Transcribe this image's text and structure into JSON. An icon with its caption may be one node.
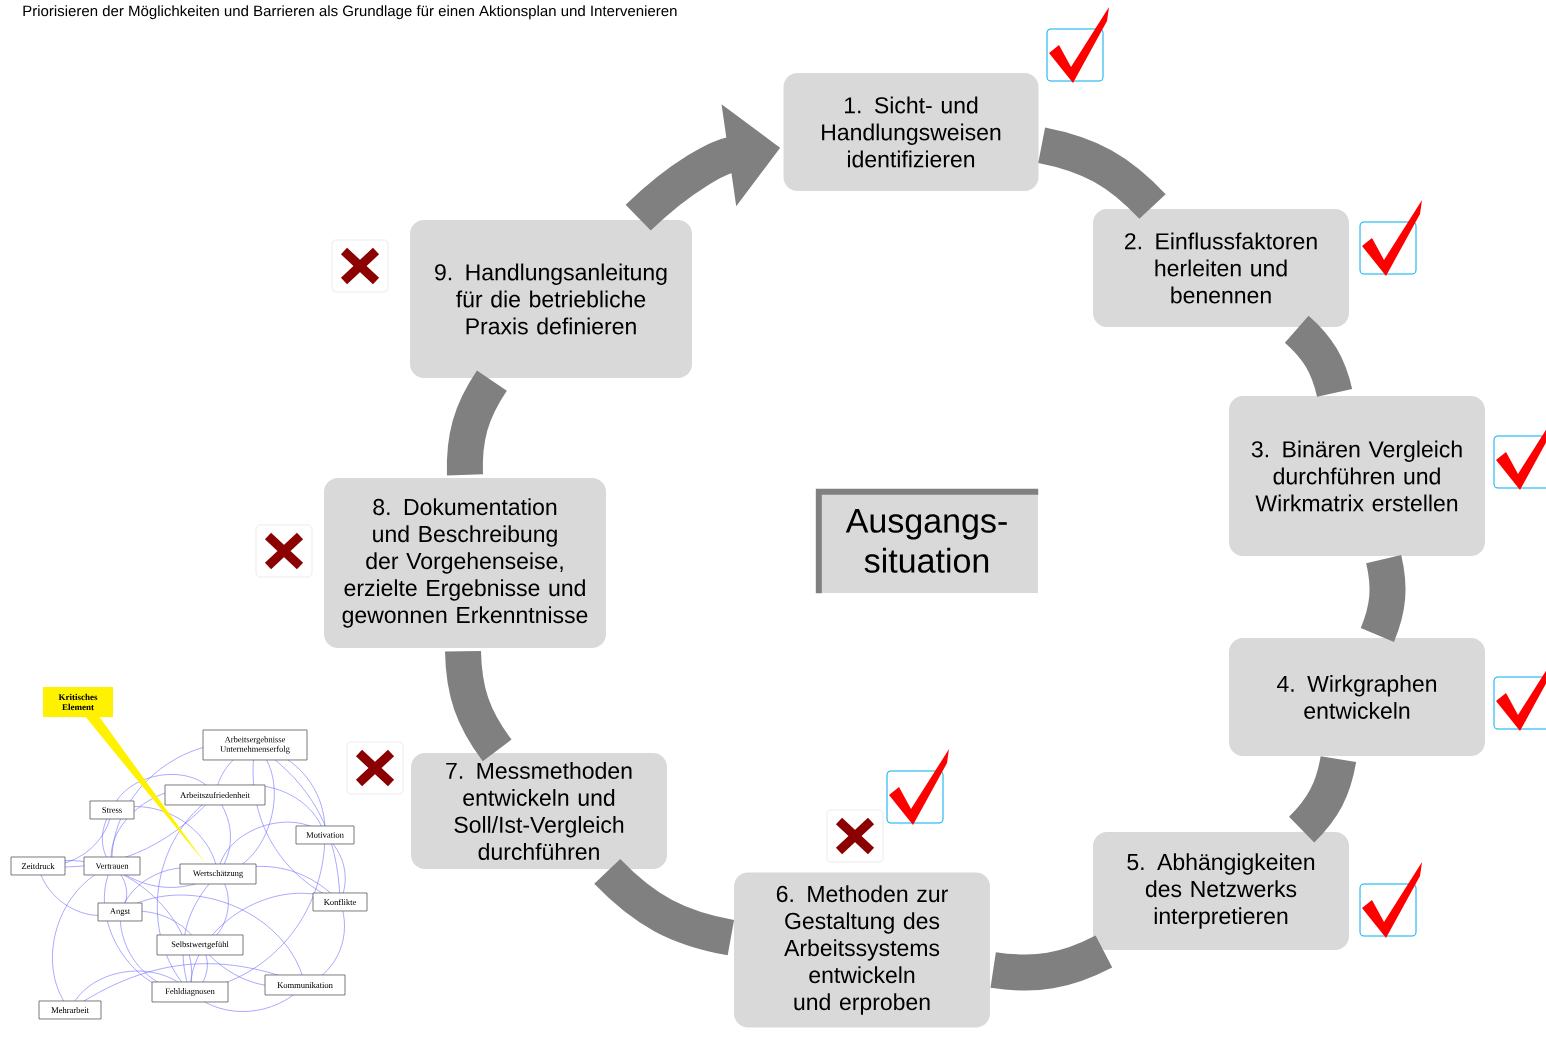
{
  "diagram": {
    "title": "Priorisieren der Möglichkeiten und Barrieren als Grundlage für einen Aktionsplan und Intervenieren",
    "nodes": [
      {
        "text": [
          "1. Sicht- und Handlungsweisen identifizieren"
        ]
      },
      {
        "text": [
          "2. Einflussfaktoren herleiten und benennen"
        ]
      },
      {
        "text": [
          "3. Binären Vergleich durchführen und Wirkmatrix erstellen"
        ]
      },
      {
        "text": [
          "4. Wirkgraphen entwickeln"
        ]
      },
      {
        "text": [
          "5. Abhängigkeiten des Netzwerks interpretieren"
        ]
      },
      {
        "text": [
          "6. Methoden zur Gestaltung des Arbeitssystems entwickeln und erproben"
        ]
      },
      {
        "text": [
          "7. Messmethoden entwickeln und Soll/Ist-Vergleich durchführen"
        ]
      },
      {
        "text": [
          "8. Dokumentation und Beschreibung der Vorgehenseise, erzielte Ergebnisse und gewonnen Erkenntnisse"
        ]
      },
      {
        "text": [
          "9. Handlungsanleitung für die betriebliche Praxis definieren"
        ]
      },
      {
        "text": [
          "Ausgangs- situation"
        ]
      }
    ],
    "edges": [
      {
        "from": 0,
        "to": 1,
        "arrow": "none"
      },
      {
        "from": 1,
        "to": 2,
        "arrow": "none"
      },
      {
        "from": 2,
        "to": 3,
        "arrow": "none"
      },
      {
        "from": 3,
        "to": 4,
        "arrow": "none"
      },
      {
        "from": 4,
        "to": 5,
        "arrow": "none"
      },
      {
        "from": 5,
        "to": 6,
        "arrow": "none"
      },
      {
        "from": 6,
        "to": 7,
        "arrow": "none"
      },
      {
        "from": 7,
        "to": 8,
        "arrow": "none"
      },
      {
        "from": 8,
        "to": 0,
        "arrow": "to"
      }
    ],
    "labels": [
      "Kritisches Element",
      "Arbeitsergebnisse Unternehmenserfolg",
      "Arbeitszufriedenheit",
      "Stress",
      "Motivation",
      "Zeitdruck",
      "Vertrauen",
      "Wertschätzung",
      "Konflikte",
      "Angst",
      "Selbstwertgefühl",
      "Kommunikation",
      "Fehldiagnosen",
      "Mehrarbeit"
    ]
  }
}
